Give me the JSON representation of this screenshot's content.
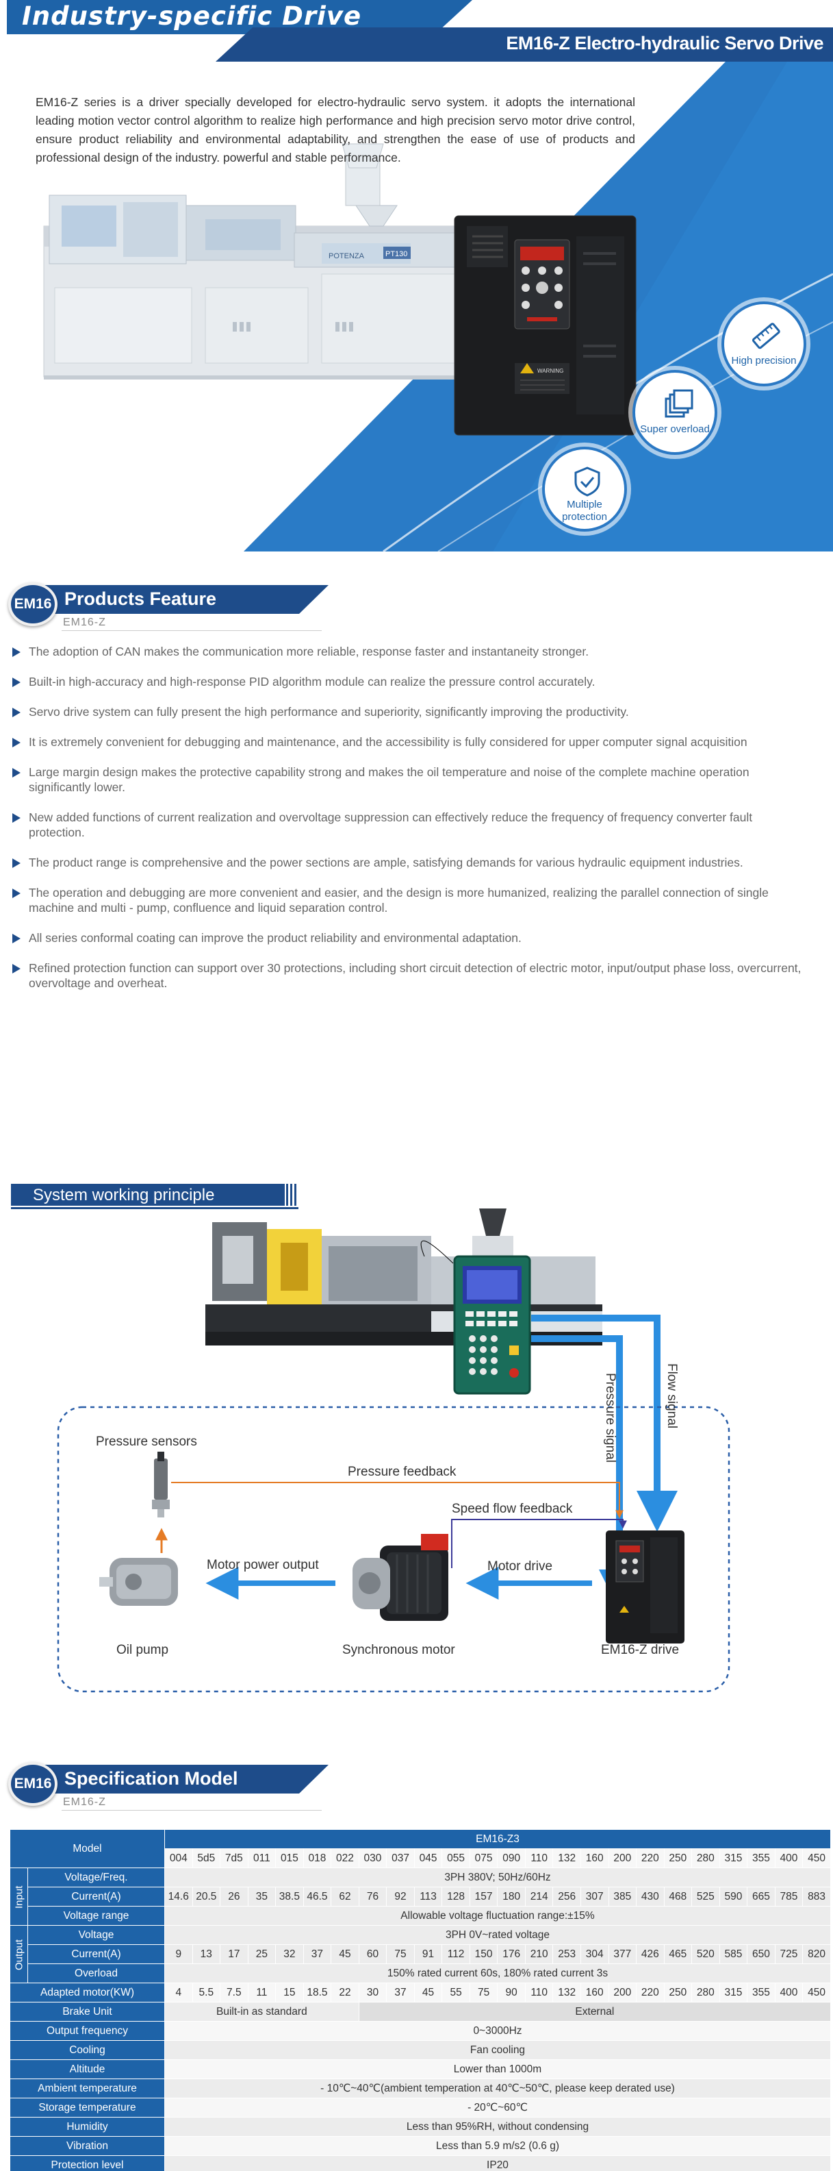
{
  "hero": {
    "title_left": "Industry-specific Drive",
    "title_right": "EM16-Z Electro-hydraulic Servo Drive",
    "description": "EM16-Z series is a driver specially developed for electro-hydraulic servo system. it adopts the international leading motion vector control algorithm to realize high performance and high precision servo motor drive control, ensure product reliability and environmental adaptability, and strengthen the ease of use of products and professional design of the industry. powerful and stable performance.",
    "machine_brand": "POTENZA",
    "machine_model": "PT130",
    "drive_label": "WARNING",
    "badges": [
      {
        "icon": "ruler-icon",
        "label": "High precision"
      },
      {
        "icon": "layers-icon",
        "label": "Super overload"
      },
      {
        "icon": "shield-check-icon",
        "label": "Multiple protection"
      }
    ],
    "colors": {
      "accent": "#1e63a8",
      "dark": "#1e4c8a"
    }
  },
  "features_section": {
    "logo": "EM16",
    "title": "Products Feature",
    "subtitle": "EM16-Z",
    "items": [
      "The adoption of CAN makes the communication more reliable, response faster and instantaneity stronger.",
      "Built-in high-accuracy and high-response PID algorithm module can realize the pressure control accurately.",
      "Servo drive system can fully present the high performance and superiority, significantly improving the productivity.",
      "It is extremely convenient for debugging and maintenance, and the accessibility is fully considered for upper computer signal acquisition",
      "Large margin design makes the protective capability strong and makes the oil temperature and noise of the complete machine operation significantly lower.",
      "New added functions of current realization and overvoltage suppression can effectively reduce the frequency of frequency converter fault protection.",
      "The product range is comprehensive and the power sections are ample, satisfying demands for various hydraulic equipment industries.",
      "The operation and debugging are more convenient and easier, and the design is more humanized, realizing the parallel connection of single machine and multi - pump, confluence and liquid separation control.",
      "All series conformal coating can improve the product reliability and environmental adaptation.",
      "Refined protection function can support over 30 protections, including short circuit detection of electric motor, input/output phase loss, overcurrent, overvoltage and overheat."
    ]
  },
  "principle": {
    "title": "System working principle",
    "labels": {
      "pressure_sensors": "Pressure sensors",
      "pressure_feedback": "Pressure feedback",
      "speed_flow_feedback": "Speed flow feedback",
      "motor_power_output": "Motor power output",
      "motor_drive": "Motor drive",
      "oil_pump": "Oil pump",
      "synchronous_motor": "Synchronous motor",
      "drive": "EM16-Z drive",
      "pressure_signal": "Pressure signal",
      "flow_signal": "Flow signal"
    }
  },
  "spec_section": {
    "logo": "EM16",
    "title": "Specification Model",
    "subtitle": "EM16-Z",
    "series": "EM16-Z3",
    "model_label": "Model",
    "models": [
      "004",
      "5d5",
      "7d5",
      "011",
      "015",
      "018",
      "022",
      "030",
      "037",
      "045",
      "055",
      "075",
      "090",
      "110",
      "132",
      "160",
      "200",
      "220",
      "250",
      "280",
      "315",
      "355",
      "400",
      "450"
    ],
    "input_label": "Input",
    "output_label": "Output",
    "rows": {
      "voltage_freq": {
        "label": "Voltage/Freq.",
        "value": "3PH 380V;  50Hz/60Hz"
      },
      "input_current": {
        "label": "Current(A)",
        "values": [
          "14.6",
          "20.5",
          "26",
          "35",
          "38.5",
          "46.5",
          "62",
          "76",
          "92",
          "113",
          "128",
          "157",
          "180",
          "214",
          "256",
          "307",
          "385",
          "430",
          "468",
          "525",
          "590",
          "665",
          "785",
          "883"
        ]
      },
      "voltage_range": {
        "label": "Voltage range",
        "value": "Allowable voltage fluctuation range:±15%"
      },
      "output_voltage": {
        "label": "Voltage",
        "value": "3PH 0V~rated voltage"
      },
      "output_current": {
        "label": "Current(A)",
        "values": [
          "9",
          "13",
          "17",
          "25",
          "32",
          "37",
          "45",
          "60",
          "75",
          "91",
          "112",
          "150",
          "176",
          "210",
          "253",
          "304",
          "377",
          "426",
          "465",
          "520",
          "585",
          "650",
          "725",
          "820"
        ]
      },
      "overload": {
        "label": "Overload",
        "value": "150% rated current 60s, 180%  rated current 3s"
      },
      "adapted_motor": {
        "label": "Adapted motor(KW)",
        "values": [
          "4",
          "5.5",
          "7.5",
          "11",
          "15",
          "18.5",
          "22",
          "30",
          "37",
          "45",
          "55",
          "75",
          "90",
          "110",
          "132",
          "160",
          "200",
          "220",
          "250",
          "280",
          "315",
          "355",
          "400",
          "450"
        ]
      },
      "brake_unit": {
        "label": "Brake Unit",
        "builtin": "Built-in as standard",
        "external": "External"
      },
      "output_frequency": {
        "label": "Output frequency",
        "value": "0~3000Hz"
      },
      "cooling": {
        "label": "Cooling",
        "value": "Fan cooling"
      },
      "altitude": {
        "label": "Altitude",
        "value": "Lower than 1000m"
      },
      "ambient_temperature": {
        "label": "Ambient temperature",
        "value": "- 10℃~40℃(ambient temperation at 40℃~50℃,  please keep derated use)"
      },
      "storage_temperature": {
        "label": "Storage temperature",
        "value": "- 20℃~60℃"
      },
      "humidity": {
        "label": "Humidity",
        "value": "Less than 95%RH, without condensing"
      },
      "vibration": {
        "label": "Vibration",
        "value": "Less than 5.9 m/s2 (0.6 g)"
      },
      "protection_level": {
        "label": "Protection level",
        "value": "IP20"
      }
    }
  }
}
